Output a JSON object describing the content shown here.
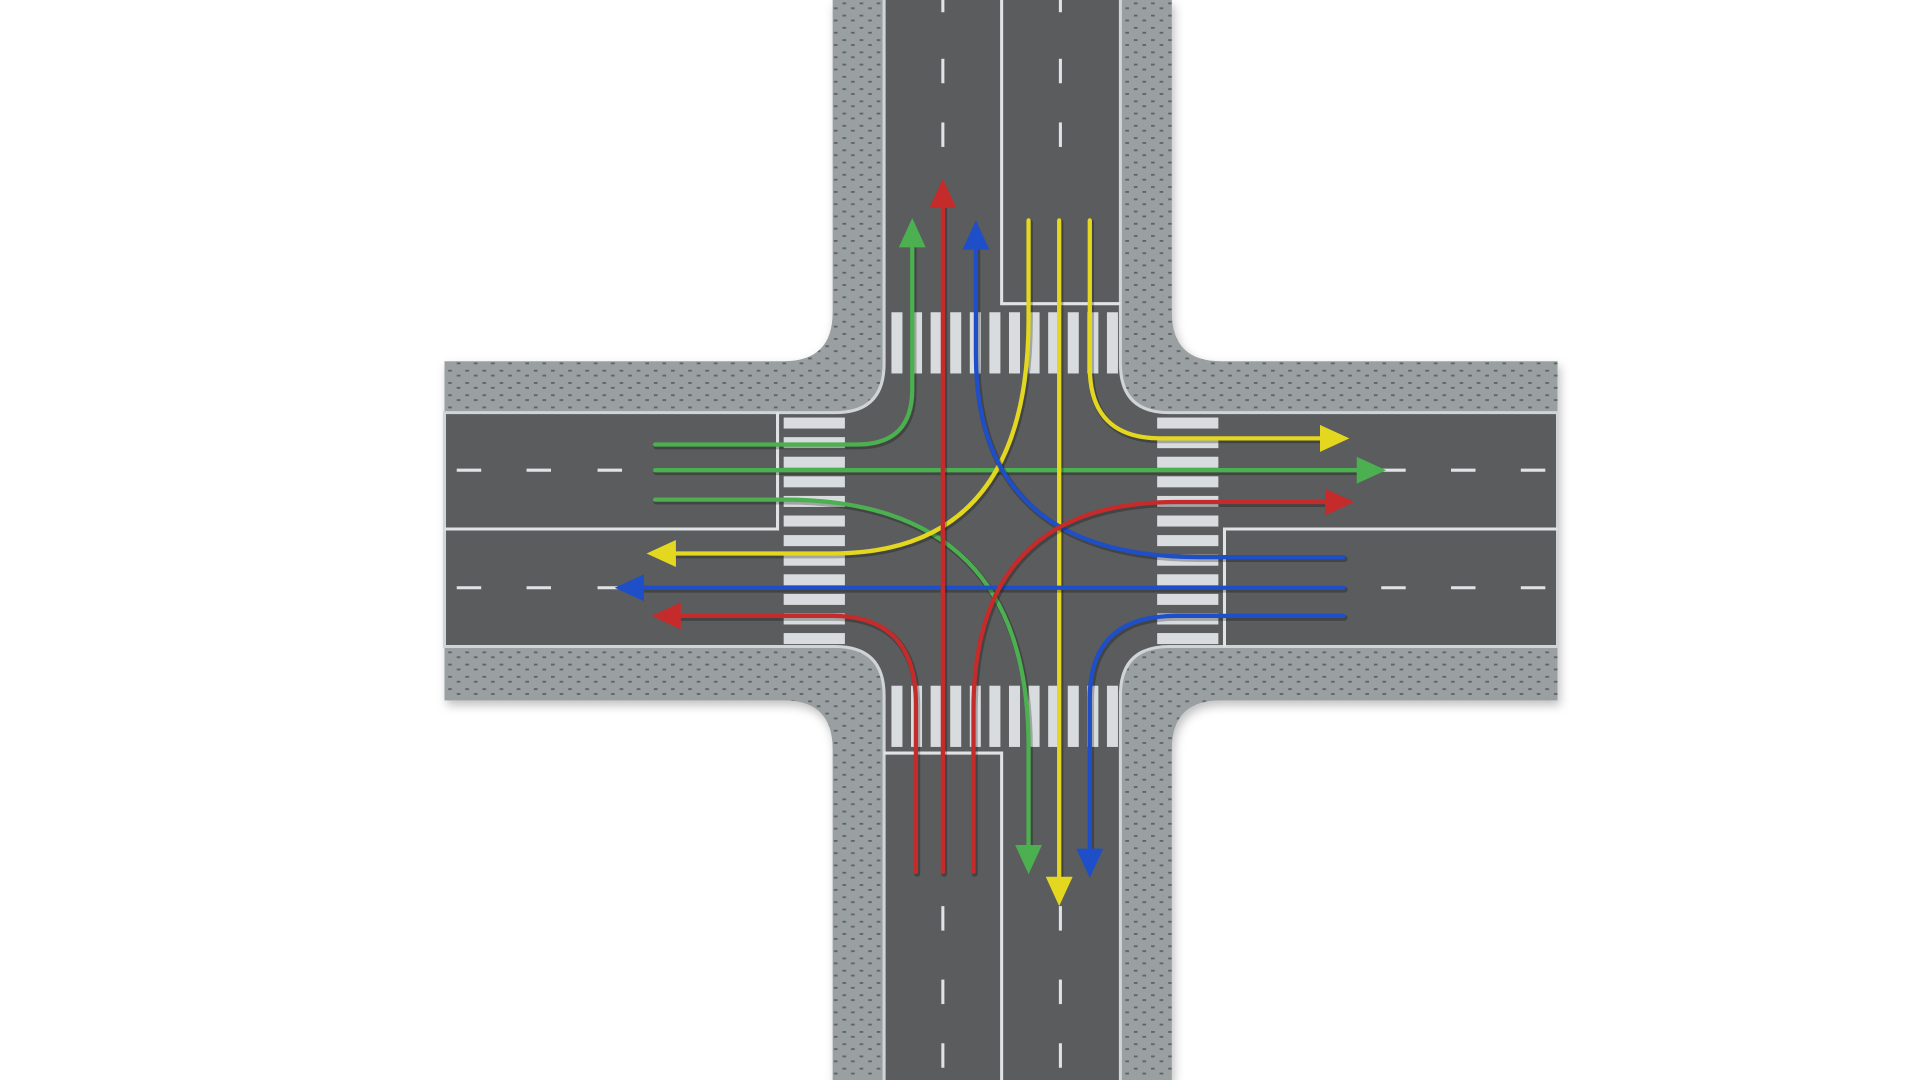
{
  "diagram": {
    "type": "four-way intersection traffic movements",
    "colors": {
      "background": "#ffffff",
      "sidewalk": "#9a9fa1",
      "sidewalk_dots": "#5f6466",
      "asphalt": "#5a5c5d",
      "markings": "#e8eaec",
      "curb": "#d0d4d6"
    },
    "approaches": [
      {
        "from": "west",
        "color": "#4caf50",
        "movements": [
          "left",
          "straight",
          "right"
        ]
      },
      {
        "from": "north",
        "color": "#e3d71f",
        "movements": [
          "left",
          "straight",
          "right"
        ]
      },
      {
        "from": "east",
        "color": "#1f4fc8",
        "movements": [
          "left",
          "straight",
          "right"
        ]
      },
      {
        "from": "south",
        "color": "#c62b2b",
        "movements": [
          "left",
          "straight",
          "right"
        ]
      }
    ],
    "icons": [
      "arrow-head-icon"
    ]
  }
}
